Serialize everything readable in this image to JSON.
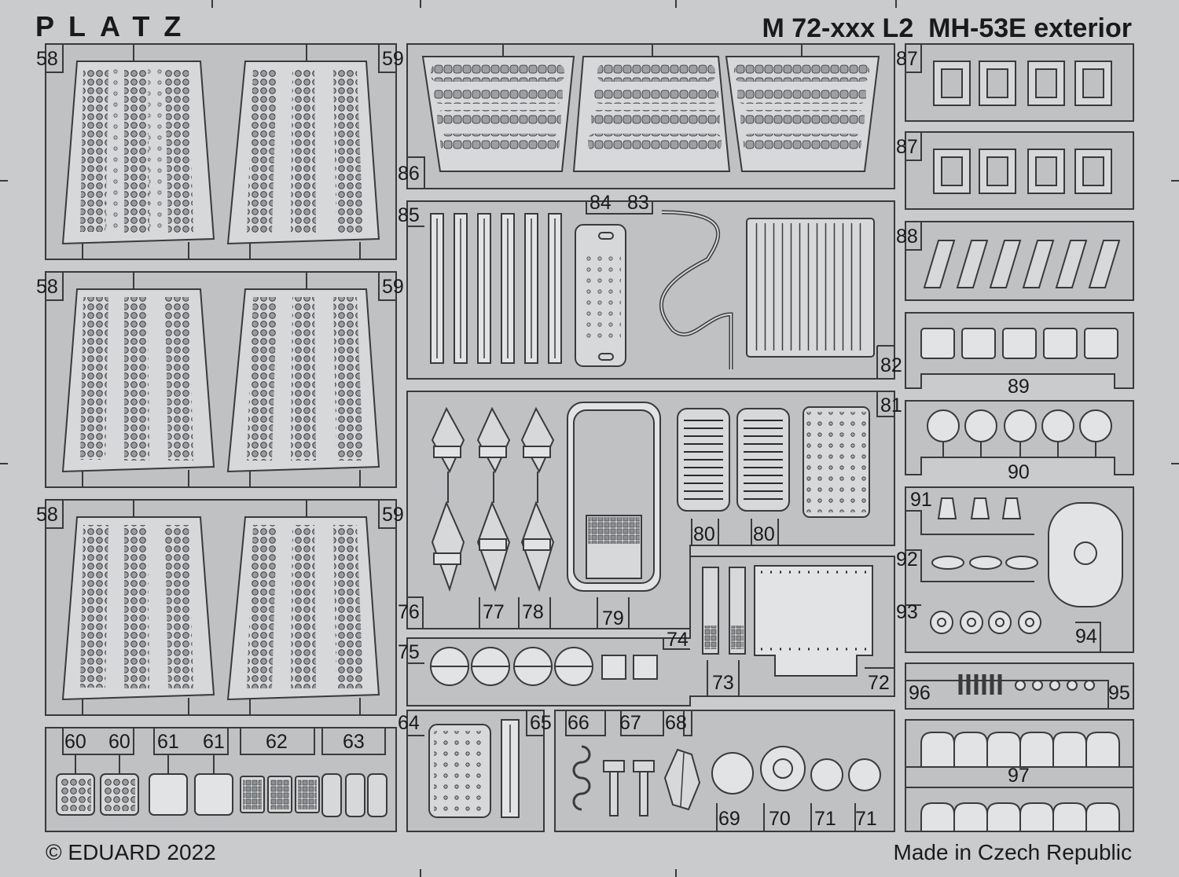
{
  "brand": "PLATZ",
  "header_title": "M 72-xxx L2  MH-53E exterior",
  "copyright": "© EDUARD 2022",
  "origin": "Made in Czech Republic",
  "part_numbers": {
    "p58": "58",
    "p59": "59",
    "p60": "60",
    "p61": "61",
    "p62": "62",
    "p63": "63",
    "p64": "64",
    "p65": "65",
    "p66": "66",
    "p67": "67",
    "p68": "68",
    "p69": "69",
    "p70": "70",
    "p71": "71",
    "p72": "72",
    "p73": "73",
    "p74": "74",
    "p75": "75",
    "p76": "76",
    "p77": "77",
    "p78": "78",
    "p79": "79",
    "p80": "80",
    "p81": "81",
    "p82": "82",
    "p83": "83",
    "p84": "84",
    "p85": "85",
    "p86": "86",
    "p87": "87",
    "p88": "88",
    "p89": "89",
    "p90": "90",
    "p91": "91",
    "p92": "92",
    "p93": "93",
    "p94": "94",
    "p95": "95",
    "p96": "96",
    "p97": "97"
  },
  "colors": {
    "sheet": "#c9cbcd",
    "plate": "#bfc1c3",
    "part": "#d6d8da",
    "outline": "#3a3a3a"
  }
}
